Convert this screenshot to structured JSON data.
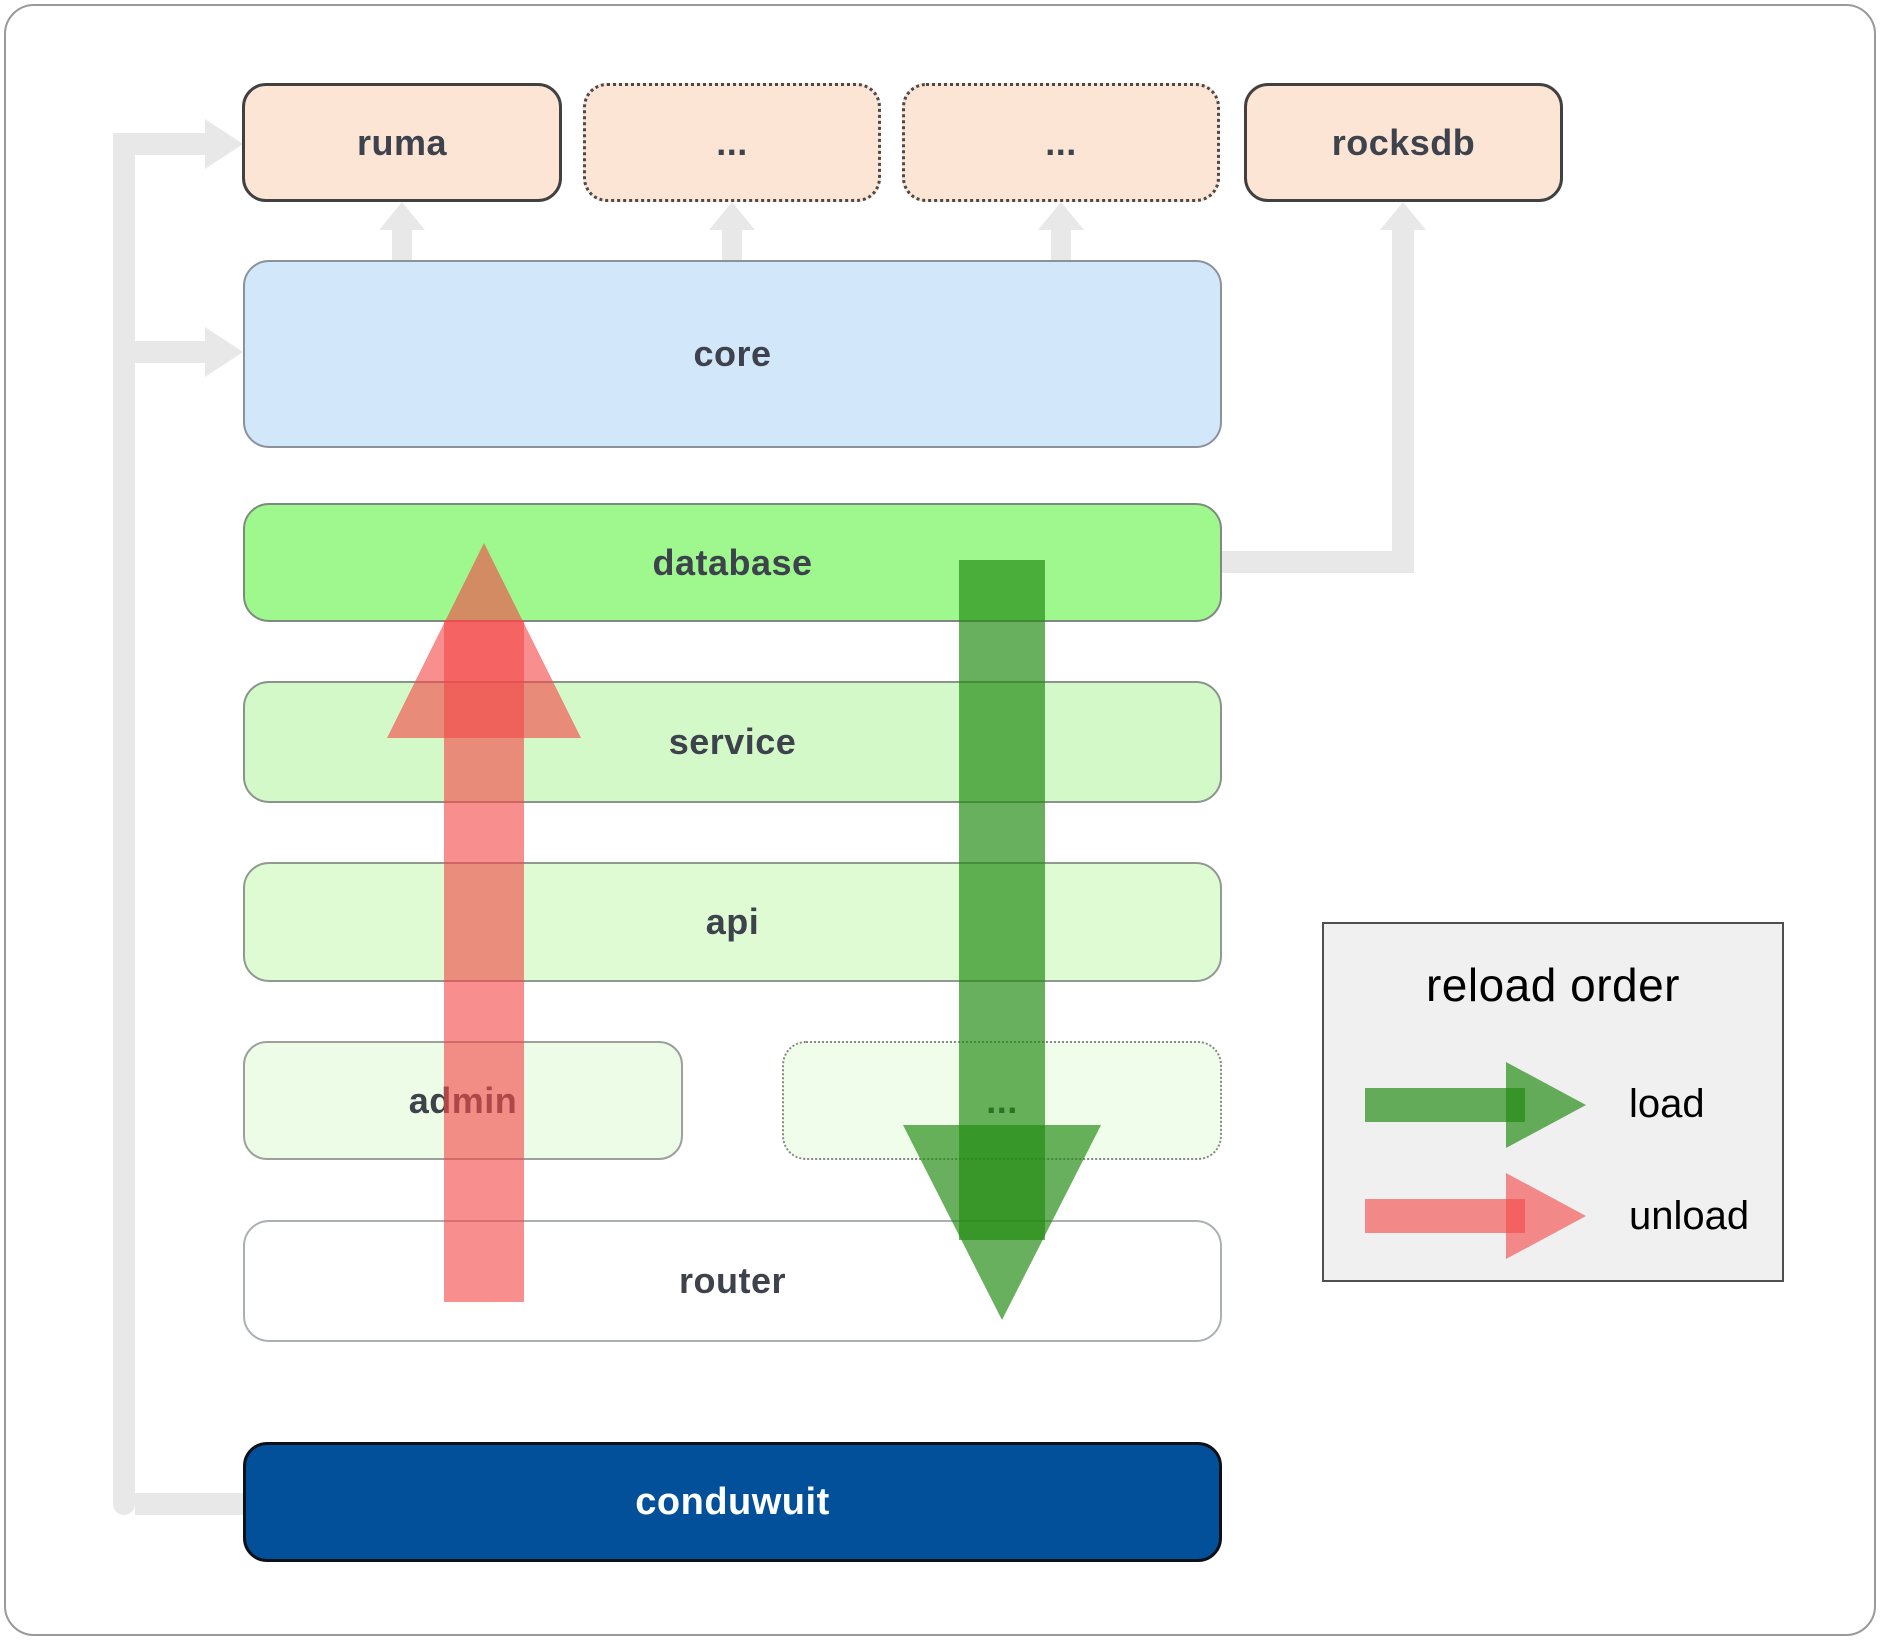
{
  "boxes": {
    "ruma": "ruma",
    "crate_top_1": "...",
    "crate_top_2": "...",
    "rocksdb": "rocksdb",
    "core": "core",
    "database": "database",
    "service": "service",
    "api": "api",
    "admin": "admin",
    "crate_bottom": "...",
    "router": "router",
    "conduwuit": "conduwuit"
  },
  "legend": {
    "title": "reload order",
    "items": [
      {
        "id": "load",
        "label": "load"
      },
      {
        "id": "unload",
        "label": "unload"
      }
    ]
  },
  "colors": {
    "peach": "#fce5d5",
    "core_blue": "#d3e7fb",
    "database_green": "#9ef88e",
    "service_green": "#d4f9c8",
    "api_green": "#defbd3",
    "admin_green": "#edfce6",
    "crate_green": "#f1fdeb",
    "router_white": "#ffffff",
    "conduwuit_blue": "#02509a",
    "connector_gray": "#e8e8e8",
    "arrow_load": "rgba(34,139,18,0.68)",
    "arrow_unload": "rgba(243,72,72,0.62)",
    "label_dark": "#3d424c",
    "legend_bg": "#f0f0f0"
  }
}
